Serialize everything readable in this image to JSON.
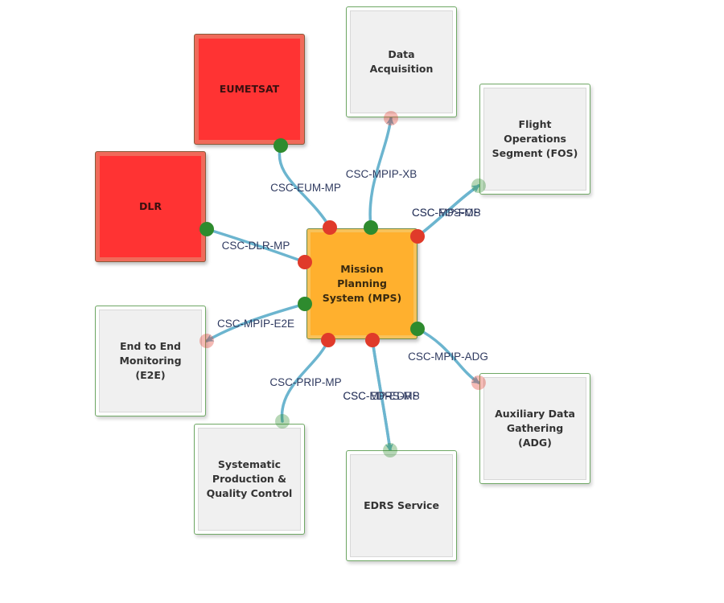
{
  "nodes": [
    {
      "id": "eumetsat",
      "label": "EUMETSAT",
      "kind": "external"
    },
    {
      "id": "dlr",
      "label": "DLR",
      "kind": "external"
    },
    {
      "id": "data-acquisition",
      "label": "Data Acquisition",
      "kind": "internal"
    },
    {
      "id": "fos",
      "label": "Flight Operations Segment (FOS)",
      "kind": "internal"
    },
    {
      "id": "mps",
      "label": "Mission Planning System (MPS)",
      "kind": "center"
    },
    {
      "id": "e2e",
      "label": "End to End Monitoring (E2E)",
      "kind": "internal"
    },
    {
      "id": "adg",
      "label": "Auxiliary Data Gathering (ADG)",
      "kind": "internal"
    },
    {
      "id": "spqc",
      "label": "Systematic Production & Quality Control",
      "kind": "internal"
    },
    {
      "id": "edrs",
      "label": "EDRS Service",
      "kind": "internal"
    }
  ],
  "edges": [
    {
      "id": "eum-mp",
      "label": "CSC-EUM-MP",
      "from": "eumetsat",
      "to": "mps"
    },
    {
      "id": "dlr-mp",
      "label": "CSC-DLR-MP",
      "from": "dlr",
      "to": "mps"
    },
    {
      "id": "mpip-xb",
      "label": "CSC-MPIP-XB",
      "from": "mps",
      "to": "data-acquisition"
    },
    {
      "id": "mp-fos",
      "label": "CSC-MP-FOS",
      "from": "mps",
      "to": "fos"
    },
    {
      "id": "fos-mp",
      "label": "CSC-FOS-MP",
      "from": "fos",
      "to": "mps"
    },
    {
      "id": "mpip-e2e",
      "label": "CSC-MPIP-E2E",
      "from": "mps",
      "to": "e2e"
    },
    {
      "id": "mpip-adg",
      "label": "CSC-MPIP-ADG",
      "from": "mps",
      "to": "adg"
    },
    {
      "id": "prip-mp",
      "label": "CSC-PRIP-MP",
      "from": "spqc",
      "to": "mps"
    },
    {
      "id": "edrs-mp",
      "label": "CSC-EDRS-MP",
      "from": "edrs",
      "to": "mps"
    },
    {
      "id": "mp-edrs",
      "label": "CSC-MP-EDRS",
      "from": "mps",
      "to": "edrs"
    }
  ],
  "colors": {
    "edge": "#6cb5cf",
    "source_port": "#2e8b2e",
    "target_port": "#e03a2a",
    "external_node": "#ff3333",
    "center_node": "#ffb02e",
    "internal_node": "#f0f0f0",
    "label_text": "#2f3a60"
  }
}
